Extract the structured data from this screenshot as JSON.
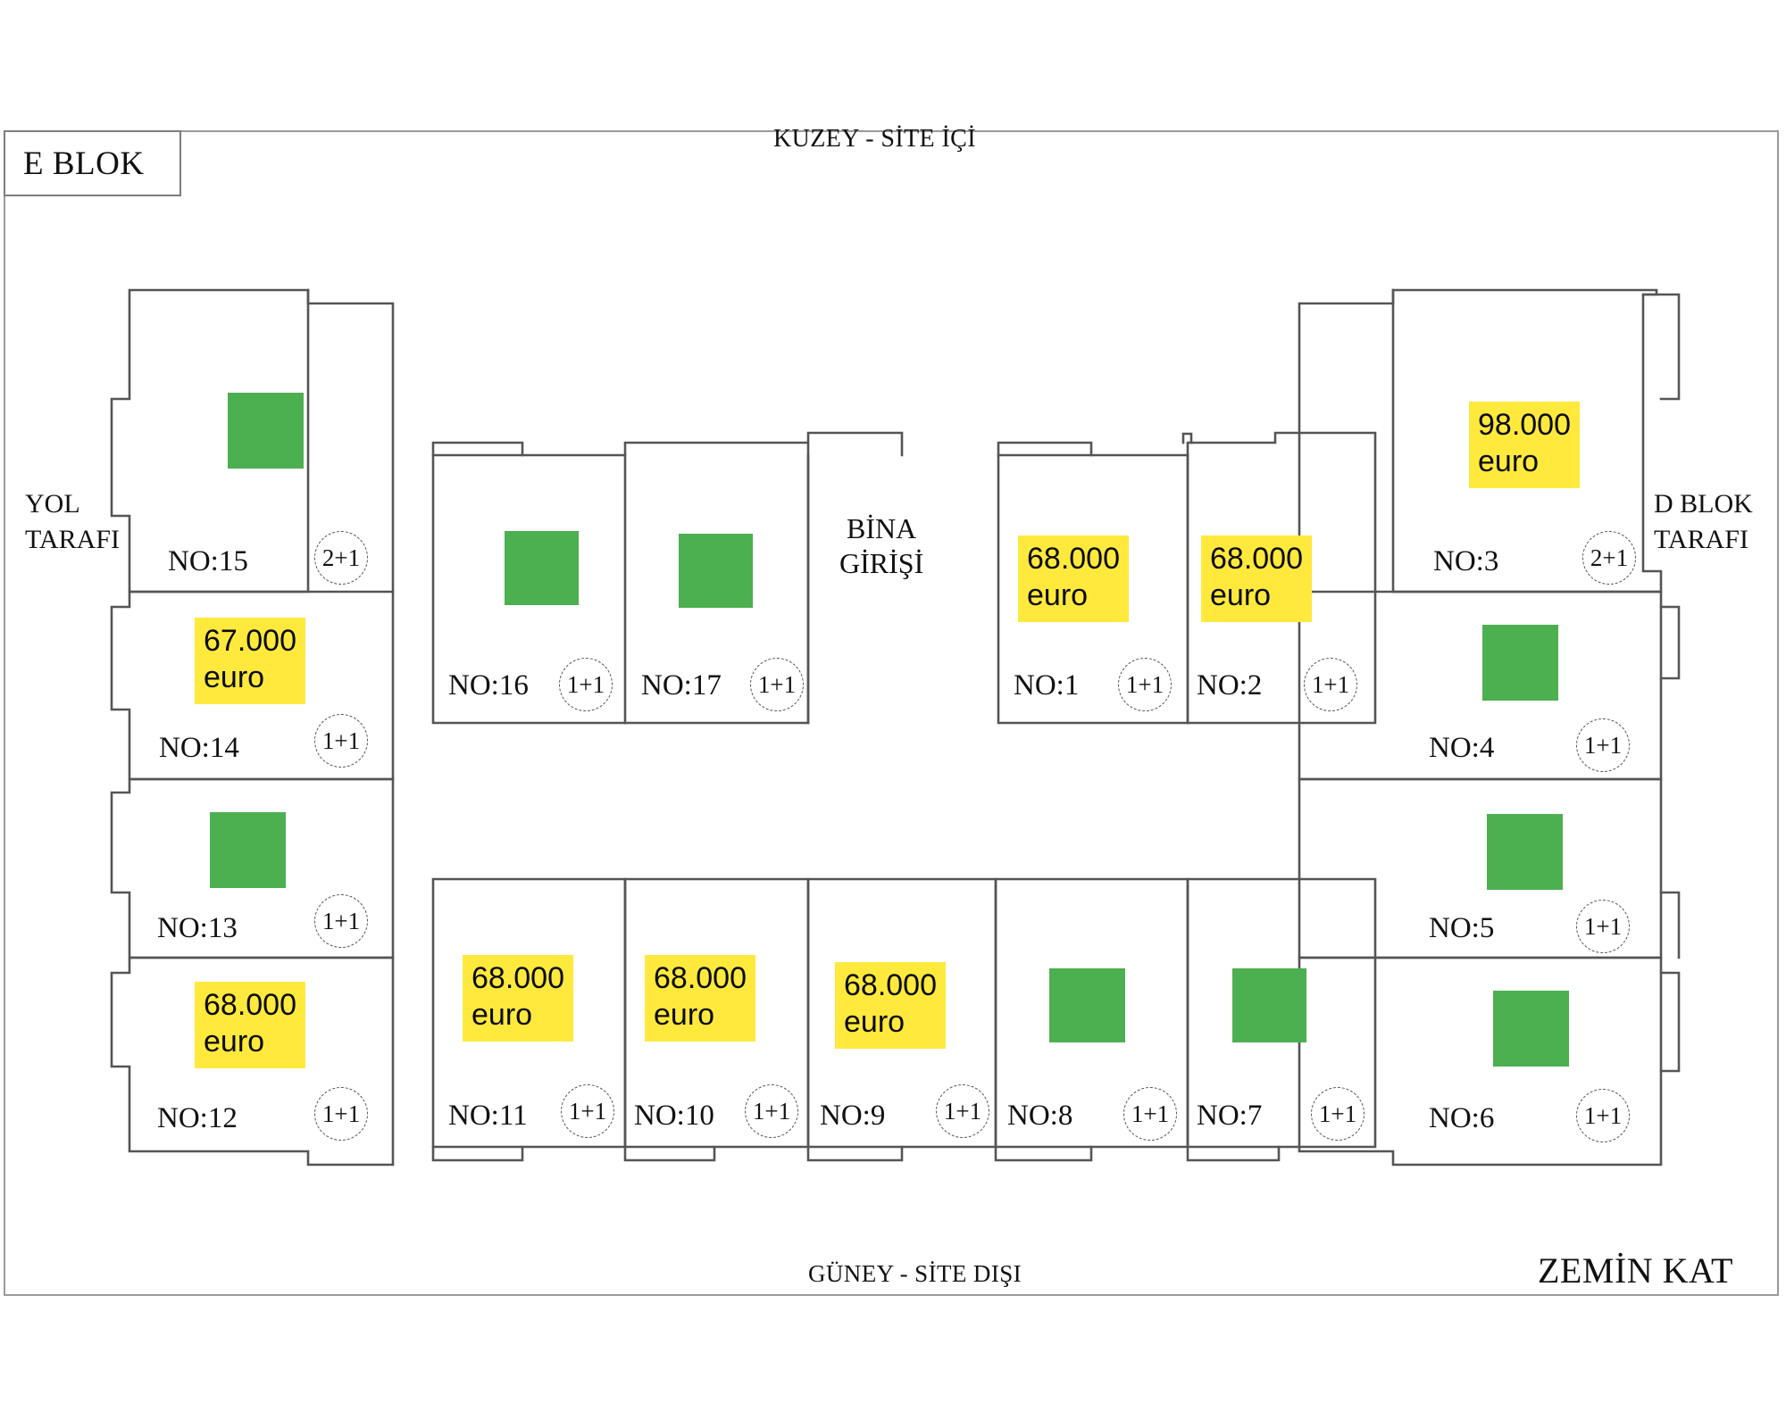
{
  "title_box": {
    "label": "E BLOK"
  },
  "orientation": {
    "north": "KUZEY - SİTE İÇİ",
    "south": "GÜNEY - SİTE DIŞI",
    "west_line1": "YOL",
    "west_line2": "TARAFI",
    "east_line1": "D BLOK",
    "east_line2": "TARAFI"
  },
  "entrance": {
    "line1": "BİNA",
    "line2": "GİRİŞİ"
  },
  "floor_label": "ZEMİN KAT",
  "colors": {
    "price_highlight": "#FFE93D",
    "sold_marker": "#4CAF50",
    "wall": "#555555",
    "text": "#111111"
  },
  "legend_meaning": {
    "yellow": "euro",
    "green": "sold"
  },
  "units": [
    {
      "no": "NO:1",
      "type": "1+1",
      "status": "available",
      "price_amount": "68.000",
      "price_currency": "euro"
    },
    {
      "no": "NO:2",
      "type": "1+1",
      "status": "available",
      "price_amount": "68.000",
      "price_currency": "euro"
    },
    {
      "no": "NO:3",
      "type": "2+1",
      "status": "available",
      "price_amount": "98.000",
      "price_currency": "euro"
    },
    {
      "no": "NO:4",
      "type": "1+1",
      "status": "sold",
      "price_amount": "",
      "price_currency": ""
    },
    {
      "no": "NO:5",
      "type": "1+1",
      "status": "sold",
      "price_amount": "",
      "price_currency": ""
    },
    {
      "no": "NO:6",
      "type": "1+1",
      "status": "sold",
      "price_amount": "",
      "price_currency": ""
    },
    {
      "no": "NO:7",
      "type": "1+1",
      "status": "sold",
      "price_amount": "",
      "price_currency": ""
    },
    {
      "no": "NO:8",
      "type": "1+1",
      "status": "sold",
      "price_amount": "",
      "price_currency": ""
    },
    {
      "no": "NO:9",
      "type": "1+1",
      "status": "available",
      "price_amount": "68.000",
      "price_currency": "euro"
    },
    {
      "no": "NO:10",
      "type": "1+1",
      "status": "available",
      "price_amount": "68.000",
      "price_currency": "euro"
    },
    {
      "no": "NO:11",
      "type": "1+1",
      "status": "available",
      "price_amount": "68.000",
      "price_currency": "euro"
    },
    {
      "no": "NO:12",
      "type": "1+1",
      "status": "available",
      "price_amount": "68.000",
      "price_currency": "euro"
    },
    {
      "no": "NO:13",
      "type": "1+1",
      "status": "sold",
      "price_amount": "",
      "price_currency": ""
    },
    {
      "no": "NO:14",
      "type": "1+1",
      "status": "available",
      "price_amount": "67.000",
      "price_currency": "euro"
    },
    {
      "no": "NO:15",
      "type": "2+1",
      "status": "sold",
      "price_amount": "",
      "price_currency": ""
    },
    {
      "no": "NO:16",
      "type": "1+1",
      "status": "sold",
      "price_amount": "",
      "price_currency": ""
    },
    {
      "no": "NO:17",
      "type": "1+1",
      "status": "sold",
      "price_amount": "",
      "price_currency": ""
    }
  ]
}
